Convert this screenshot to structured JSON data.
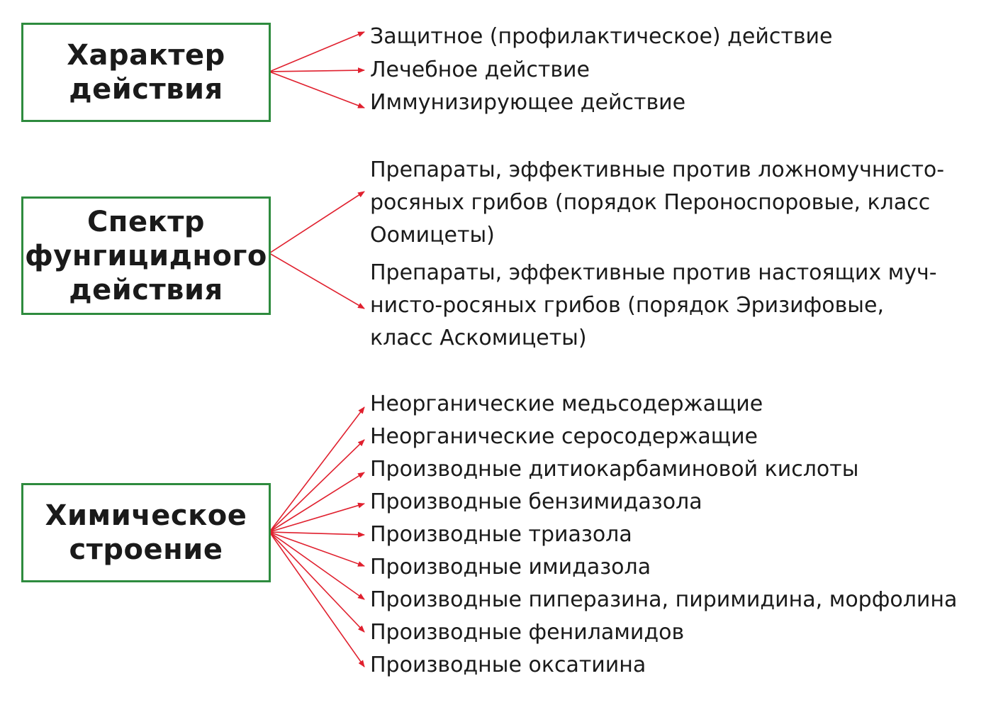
{
  "colors": {
    "box_border": "#2e8b3e",
    "arrow": "#e0202e",
    "text": "#1a1a1a"
  },
  "groups": [
    {
      "title_lines": [
        "Характер",
        "действия"
      ],
      "items": [
        "Защитное (профилактическое) действие",
        "Лечебное действие",
        "Иммунизирующее действие"
      ]
    },
    {
      "title_lines": [
        "Спектр",
        "фунгицидного",
        "действия"
      ],
      "paragraphs": [
        [
          "Препараты, эффективные против ложномучнисто-",
          "росяных грибов (порядок Пероноспоровые, класс",
          "Оомицеты)"
        ],
        [
          "Препараты, эффективные против настоящих муч-",
          "нисто-росяных грибов (порядок Эризифовые,",
          "класс Аскомицеты)"
        ]
      ]
    },
    {
      "title_lines": [
        "Химическое",
        "строение"
      ],
      "items": [
        "Неорганические медьсодержащие",
        "Неорганические серосодержащие",
        "Производные дитиокарбаминовой кислоты",
        "Производные бензимидазола",
        "Производные триазола",
        "Производные имидазола",
        "Производные пиперазина, пиримидина, морфолина",
        "Производные фениламидов",
        "Производные оксатиина"
      ]
    }
  ]
}
